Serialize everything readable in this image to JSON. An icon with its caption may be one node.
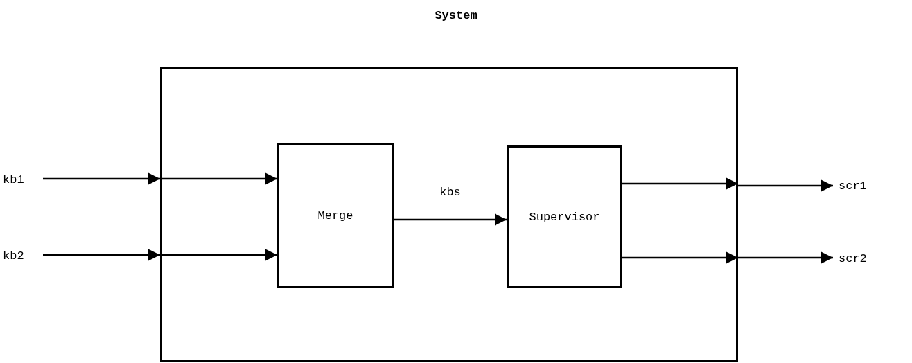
{
  "diagram": {
    "title": "System",
    "nodes": [
      {
        "text": [],
        "shape": "box"
      },
      {
        "text": [
          "Merge"
        ],
        "in": 0
      },
      {
        "text": [
          "Supervisor"
        ],
        "in": 0
      },
      {
        "text": [
          "kb1"
        ]
      },
      {
        "text": [
          "kb2"
        ]
      },
      {
        "text": [
          "scr1"
        ]
      },
      {
        "text": [
          "scr2"
        ]
      }
    ],
    "edges": [
      {
        "from": 3,
        "to": 0,
        "arrow": "to"
      },
      {
        "from": 4,
        "to": 0,
        "arrow": "to"
      },
      {
        "from": 0,
        "to": 1,
        "arrow": "to"
      },
      {
        "from": 0,
        "to": 1,
        "arrow": "to"
      },
      {
        "from": 1,
        "to": 2,
        "arrow": "to",
        "label": "kbs"
      },
      {
        "from": 2,
        "to": 0,
        "arrow": "to"
      },
      {
        "from": 2,
        "to": 0,
        "arrow": "to"
      },
      {
        "from": 0,
        "to": 5,
        "arrow": "to"
      },
      {
        "from": 0,
        "to": 6,
        "arrow": "to"
      }
    ]
  }
}
